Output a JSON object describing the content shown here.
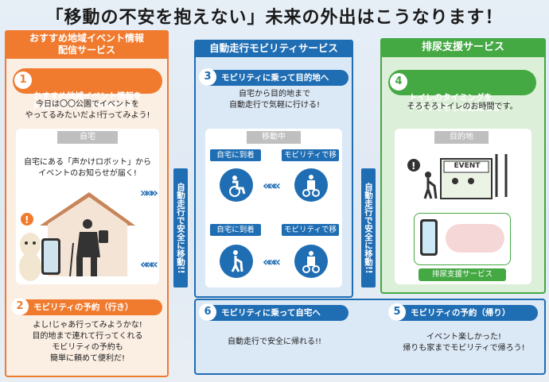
{
  "title": "「移動の不安を抱えない」未来の外出はこうなります！",
  "left": {
    "header": "おすすめ地域イベント情報\n配信サービス",
    "step1": {
      "num": "1",
      "title": "おすすめ地域イベント情報を\n声掛けロボットがお知らせ",
      "text": "今日は〇〇公園でイベントを\nやってるみたいだよ!行ってみよう!"
    },
    "home_tag": "自宅",
    "home_text": "自宅にある「声かけロボット」から\nイベントのお知らせが届く!",
    "step2": {
      "num": "2",
      "title": "モビリティの予約（行き）",
      "text": "よし!じゃあ行ってみようかな!\n目的地まで連れて行ってくれる\nモビリティの予約も\n簡単に頼めて便利だ!"
    }
  },
  "center": {
    "header": "自動走行モビリティサービス",
    "step3": {
      "num": "3",
      "title": "モビリティに乗って目的地へ",
      "text": "自宅から目的地まで\n自動走行で気軽に行ける!"
    },
    "moving_tag": "移動中",
    "labels": [
      "自宅に到着",
      "モビリティで移動",
      "自宅に到着",
      "モビリティで移動"
    ],
    "step6": {
      "num": "6",
      "title": "モビリティに乗って自宅へ",
      "text": "自動走行で安全に帰れる!!"
    }
  },
  "bars": {
    "left": "自動走行で安全に移動!!",
    "right": "自動走行で安全に移動!!"
  },
  "right": {
    "header": "排尿支援サービス",
    "step4": {
      "num": "4",
      "title": "トイレのタイミングを\nアプリでそっとお知らせ",
      "text": "そろそろトイレのお時間です。"
    },
    "dest_tag": "目的地",
    "event_sign": "EVENT",
    "support_tag": "排尿支援サービス",
    "step5": {
      "num": "5",
      "title": "モビリティの予約（帰り）",
      "text": "イベント楽しかった!\n帰りも家までモビリティで帰ろう!"
    }
  },
  "colors": {
    "orange": "#f07b2f",
    "blue": "#1f6db3",
    "green": "#44a843",
    "lightorange": "#fde6d2",
    "lightblue": "#dbe8f6",
    "lightgreen": "#dcefd8"
  }
}
